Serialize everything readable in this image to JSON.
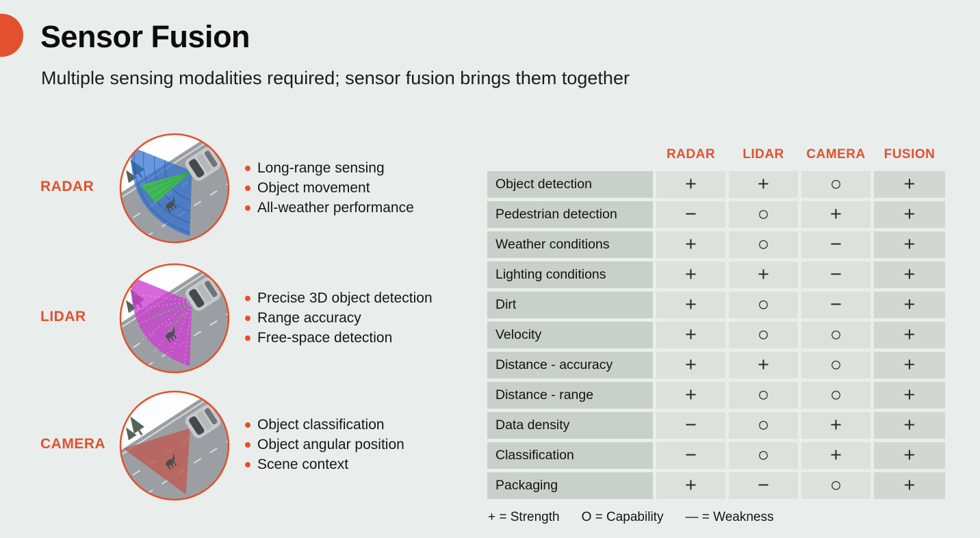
{
  "header": {
    "title": "Sensor Fusion",
    "subtitle": "Multiple sensing modalities required; sensor fusion brings them together"
  },
  "sensors": [
    {
      "label": "RADAR",
      "bullets": [
        "Long-range sensing",
        "Object movement",
        "All-weather performance"
      ]
    },
    {
      "label": "LIDAR",
      "bullets": [
        "Precise 3D object detection",
        "Range accuracy",
        "Free-space detection"
      ]
    },
    {
      "label": "CAMERA",
      "bullets": [
        "Object classification",
        "Object angular position",
        "Scene context"
      ]
    }
  ],
  "comparison": {
    "columns": [
      "RADAR",
      "LIDAR",
      "CAMERA",
      "FUSION"
    ],
    "rows": [
      {
        "label": "Object detection",
        "values": [
          "+",
          "+",
          "○",
          "+"
        ]
      },
      {
        "label": "Pedestrian detection",
        "values": [
          "−",
          "○",
          "+",
          "+"
        ]
      },
      {
        "label": "Weather conditions",
        "values": [
          "+",
          "○",
          "−",
          "+"
        ]
      },
      {
        "label": "Lighting conditions",
        "values": [
          "+",
          "+",
          "−",
          "+"
        ]
      },
      {
        "label": "Dirt",
        "values": [
          "+",
          "○",
          "−",
          "+"
        ]
      },
      {
        "label": "Velocity",
        "values": [
          "+",
          "○",
          "○",
          "+"
        ]
      },
      {
        "label": "Distance - accuracy",
        "values": [
          "+",
          "+",
          "○",
          "+"
        ]
      },
      {
        "label": "Distance - range",
        "values": [
          "+",
          "○",
          "○",
          "+"
        ]
      },
      {
        "label": "Data density",
        "values": [
          "−",
          "○",
          "+",
          "+"
        ]
      },
      {
        "label": "Classification",
        "values": [
          "−",
          "○",
          "+",
          "+"
        ]
      },
      {
        "label": "Packaging",
        "values": [
          "+",
          "−",
          "○",
          "+"
        ]
      }
    ],
    "legend": [
      {
        "text": "+ = Strength"
      },
      {
        "text": "O = Capability"
      },
      {
        "text": "— = Weakness"
      }
    ]
  },
  "colors": {
    "accent": "#e4502e",
    "background": "#e9eeec",
    "table_label_cell": "#c9cfca",
    "table_value_cell": "#dde1dd",
    "table_fusion_cell": "#d2d7d2",
    "radar_beam": "#2f6fd0",
    "lidar_beam": "#cb3ecf",
    "camera_beam": "#bf5a52"
  }
}
